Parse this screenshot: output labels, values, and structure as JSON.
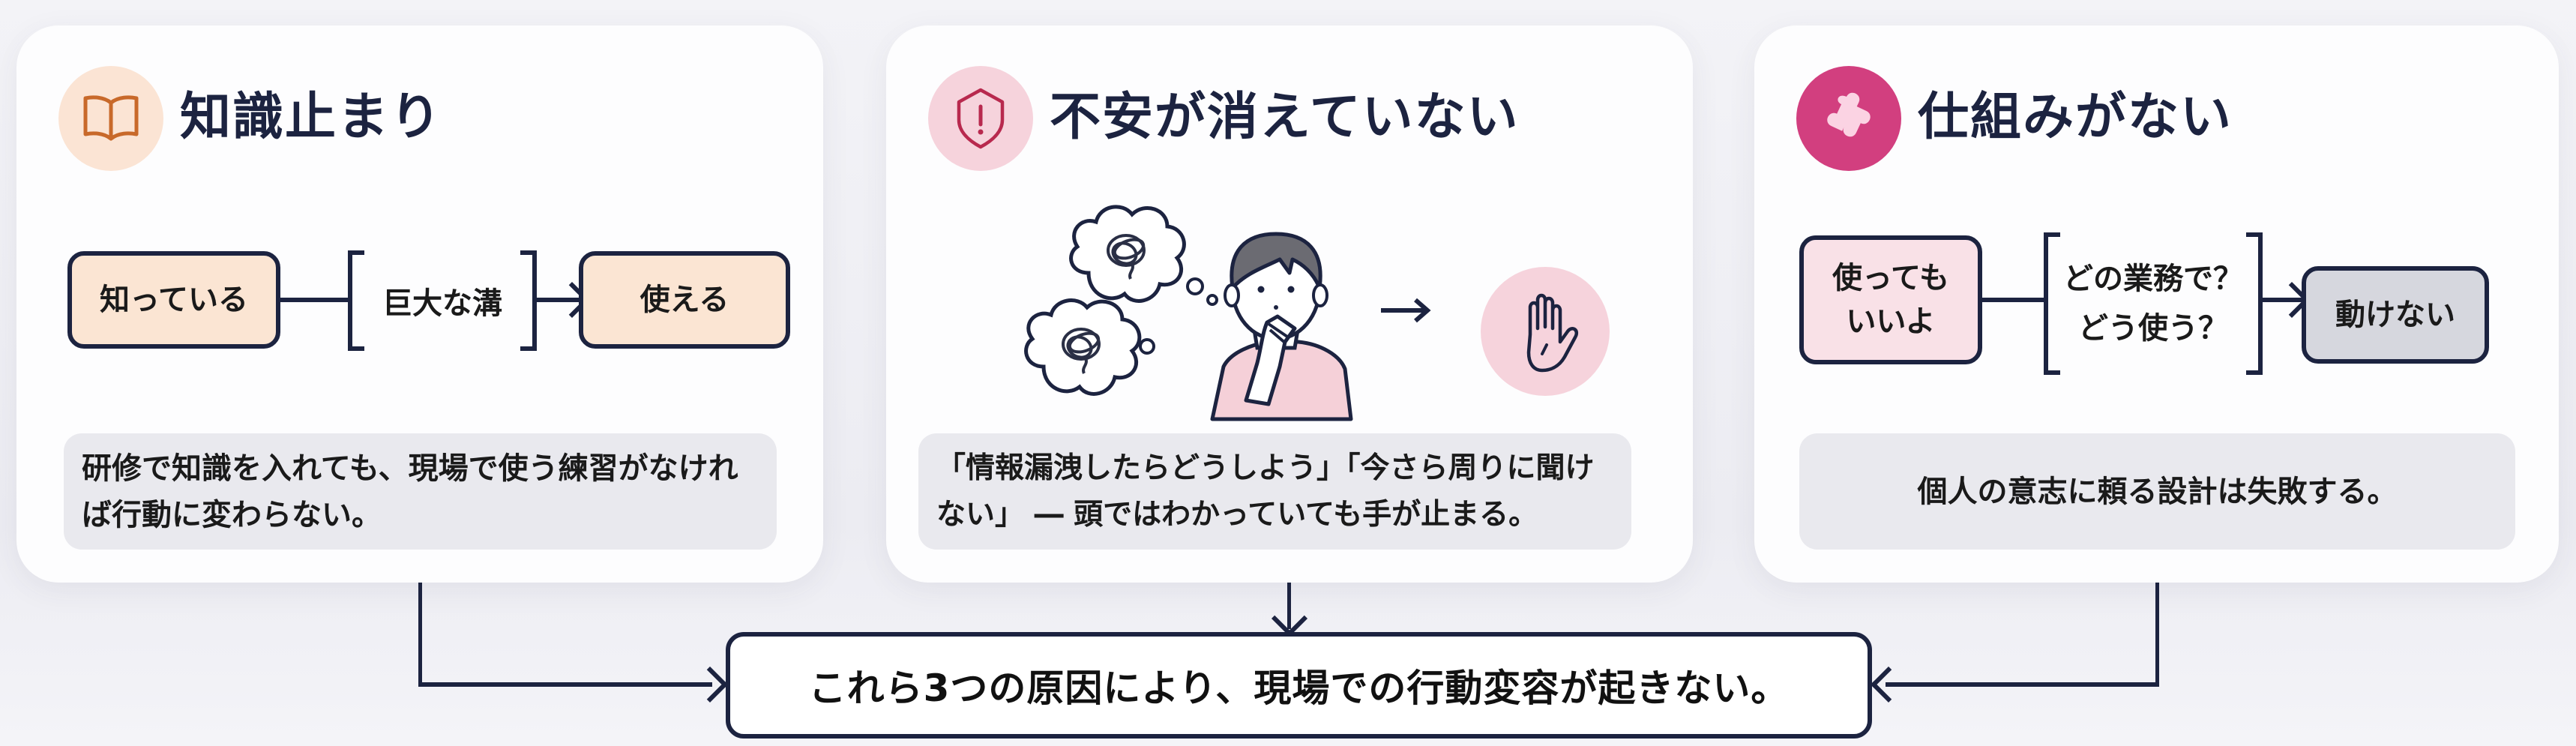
{
  "colors": {
    "background": "#f2f2f6",
    "card": "#fdfdfe",
    "text_dark": "#1c2340",
    "line": "#1c2340",
    "note_bg": "#e9e9ee",
    "peach_light": "#fbe5d3",
    "peach_icon_bg": "#fbe4d4",
    "book_orange": "#c8692a",
    "pink_light": "#f9e1e7",
    "pink_icon_bg": "#f6d3dc",
    "shield_red": "#b8294e",
    "magenta": "#d23f7f",
    "puzzle_light": "#fbd3e3",
    "gray_box": "#d6d7de"
  },
  "cards": [
    {
      "title": "知識止まり",
      "icon": "open-book-icon",
      "flow": {
        "start": "知っている",
        "gap": "巨大な溝",
        "end": "使える"
      },
      "note": "研修で知識を入れても、現場で使う練習がなければ行動に変わらない。"
    },
    {
      "title": "不安が消えていない",
      "icon": "shield-warning-icon",
      "illustration": {
        "thought_bubbles": [
          "tangled-thought",
          "tangled-thought"
        ],
        "person": "worried-person-hand-on-mouth",
        "result_icon": "stop-hand-icon"
      },
      "note": "「情報漏洩したらどうしよう」「今さら周りに聞けない」 ― 頭ではわかっていても手が止まる。"
    },
    {
      "title": "仕組みがない",
      "icon": "puzzle-piece-icon",
      "flow": {
        "start_line1": "使っても",
        "start_line2": "いいよ",
        "gap_line1": "どの業務で？",
        "gap_line2": "どう使う？",
        "end": "動けない"
      },
      "note": "個人の意志に頼る設計は失敗する。"
    }
  ],
  "conclusion": "これら3つの原因により、現場での行動変容が起きない。"
}
